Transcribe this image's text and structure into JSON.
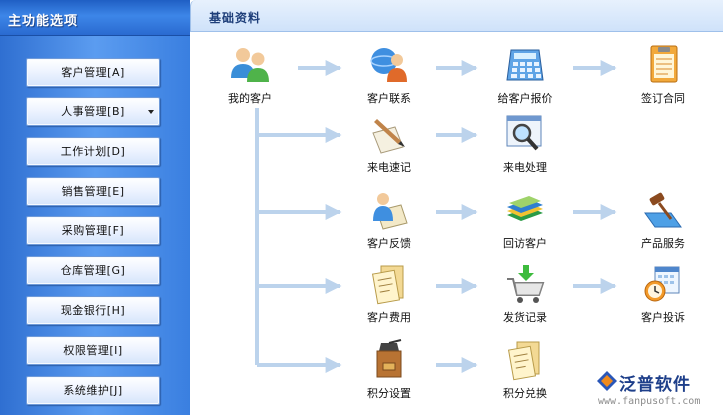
{
  "sidebar": {
    "title": "主功能选项",
    "items": [
      {
        "label": "客户管理[A]"
      },
      {
        "label": "人事管理[B]"
      },
      {
        "label": "工作计划[D]"
      },
      {
        "label": "销售管理[E]"
      },
      {
        "label": "采购管理[F]"
      },
      {
        "label": "仓库管理[G]"
      },
      {
        "label": "现金银行[H]"
      },
      {
        "label": "权限管理[I]"
      },
      {
        "label": "系统维护[J]"
      }
    ]
  },
  "main": {
    "title": "基础资料",
    "nodes": [
      {
        "label": "我的客户",
        "icon": "users-icon"
      },
      {
        "label": "客户联系",
        "icon": "contact-person-icon"
      },
      {
        "label": "给客户报价",
        "icon": "calculator-icon"
      },
      {
        "label": "签订合同",
        "icon": "contract-icon"
      },
      {
        "label": "来电速记",
        "icon": "pen-note-icon"
      },
      {
        "label": "来电处理",
        "icon": "magnifier-window-icon"
      },
      {
        "label": "客户反馈",
        "icon": "feedback-icon"
      },
      {
        "label": "回访客户",
        "icon": "books-icon"
      },
      {
        "label": "产品服务",
        "icon": "gavel-icon"
      },
      {
        "label": "客户费用",
        "icon": "receipt-icon"
      },
      {
        "label": "发货记录",
        "icon": "cart-icon"
      },
      {
        "label": "客户投诉",
        "icon": "calendar-clock-icon"
      },
      {
        "label": "积分设置",
        "icon": "coffee-grinder-icon"
      },
      {
        "label": "积分兑换",
        "icon": "receipt-icon"
      }
    ]
  },
  "logo": {
    "text": "泛普软件",
    "url": "www.fanpusoft.com"
  },
  "colors": {
    "sidebar_blue": "#3a7fe0",
    "arrow": "#bcd3ec",
    "header_text": "#1f3f7a"
  }
}
